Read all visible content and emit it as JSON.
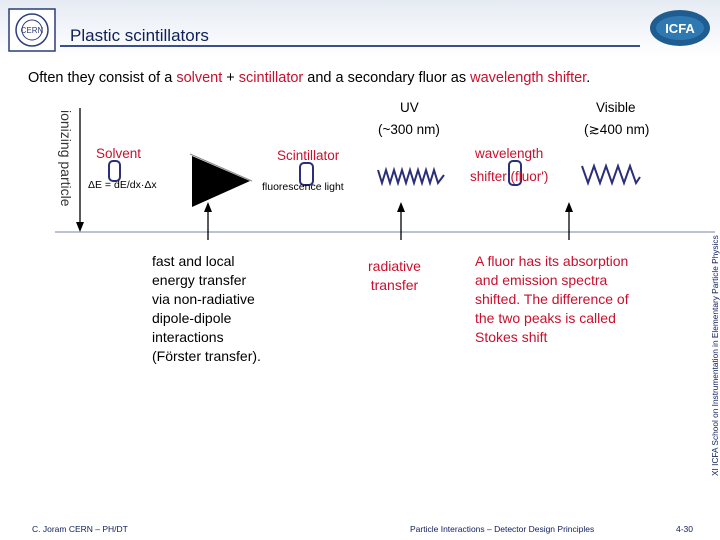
{
  "header": {
    "title": "Plastic scintillators",
    "logo_left": "CERN",
    "logo_right": "ICFA"
  },
  "subtitle": {
    "part1": "Often they consist of a ",
    "solvent": "solvent",
    "part2": " + ",
    "scintillator": "scintillator",
    "part3": " and a secondary fluor as ",
    "shifter": "wavelength shifter",
    "part4": "."
  },
  "side_label": "XI ICFA School on Instrumentation in Elementary Particle Physics",
  "diagram": {
    "ionizing": "ionizing particle",
    "solvent": "Solvent",
    "scintillator": "Scintillator",
    "energy_formula": "ΔE = dE/dx·Δx",
    "fluorescence": "fluorescence light",
    "uv": "UV",
    "uv_range": "(~300 nm)",
    "visible": "Visible",
    "visible_range": "(≳400 nm)",
    "shifter_line1": "wavelength",
    "shifter_line2": "shifter (fluor')"
  },
  "notes": {
    "forster": "fast and local\nenergy transfer\nvia non-radiative\ndipole-dipole\ninteractions\n(Förster transfer).",
    "radiative": "radiative\ntransfer",
    "stokes": "A fluor has its absorption\nand emission spectra\nshifted. The difference of\nthe two peaks is called\nStokes shift"
  },
  "footer": {
    "left": "C. Joram  CERN – PH/DT",
    "center": "Particle Interactions – Detector Design Principles",
    "right": "4-30"
  },
  "colors": {
    "accent_red": "#c8102e",
    "navy": "#0e1f5a",
    "wave": "#2a2f77"
  }
}
